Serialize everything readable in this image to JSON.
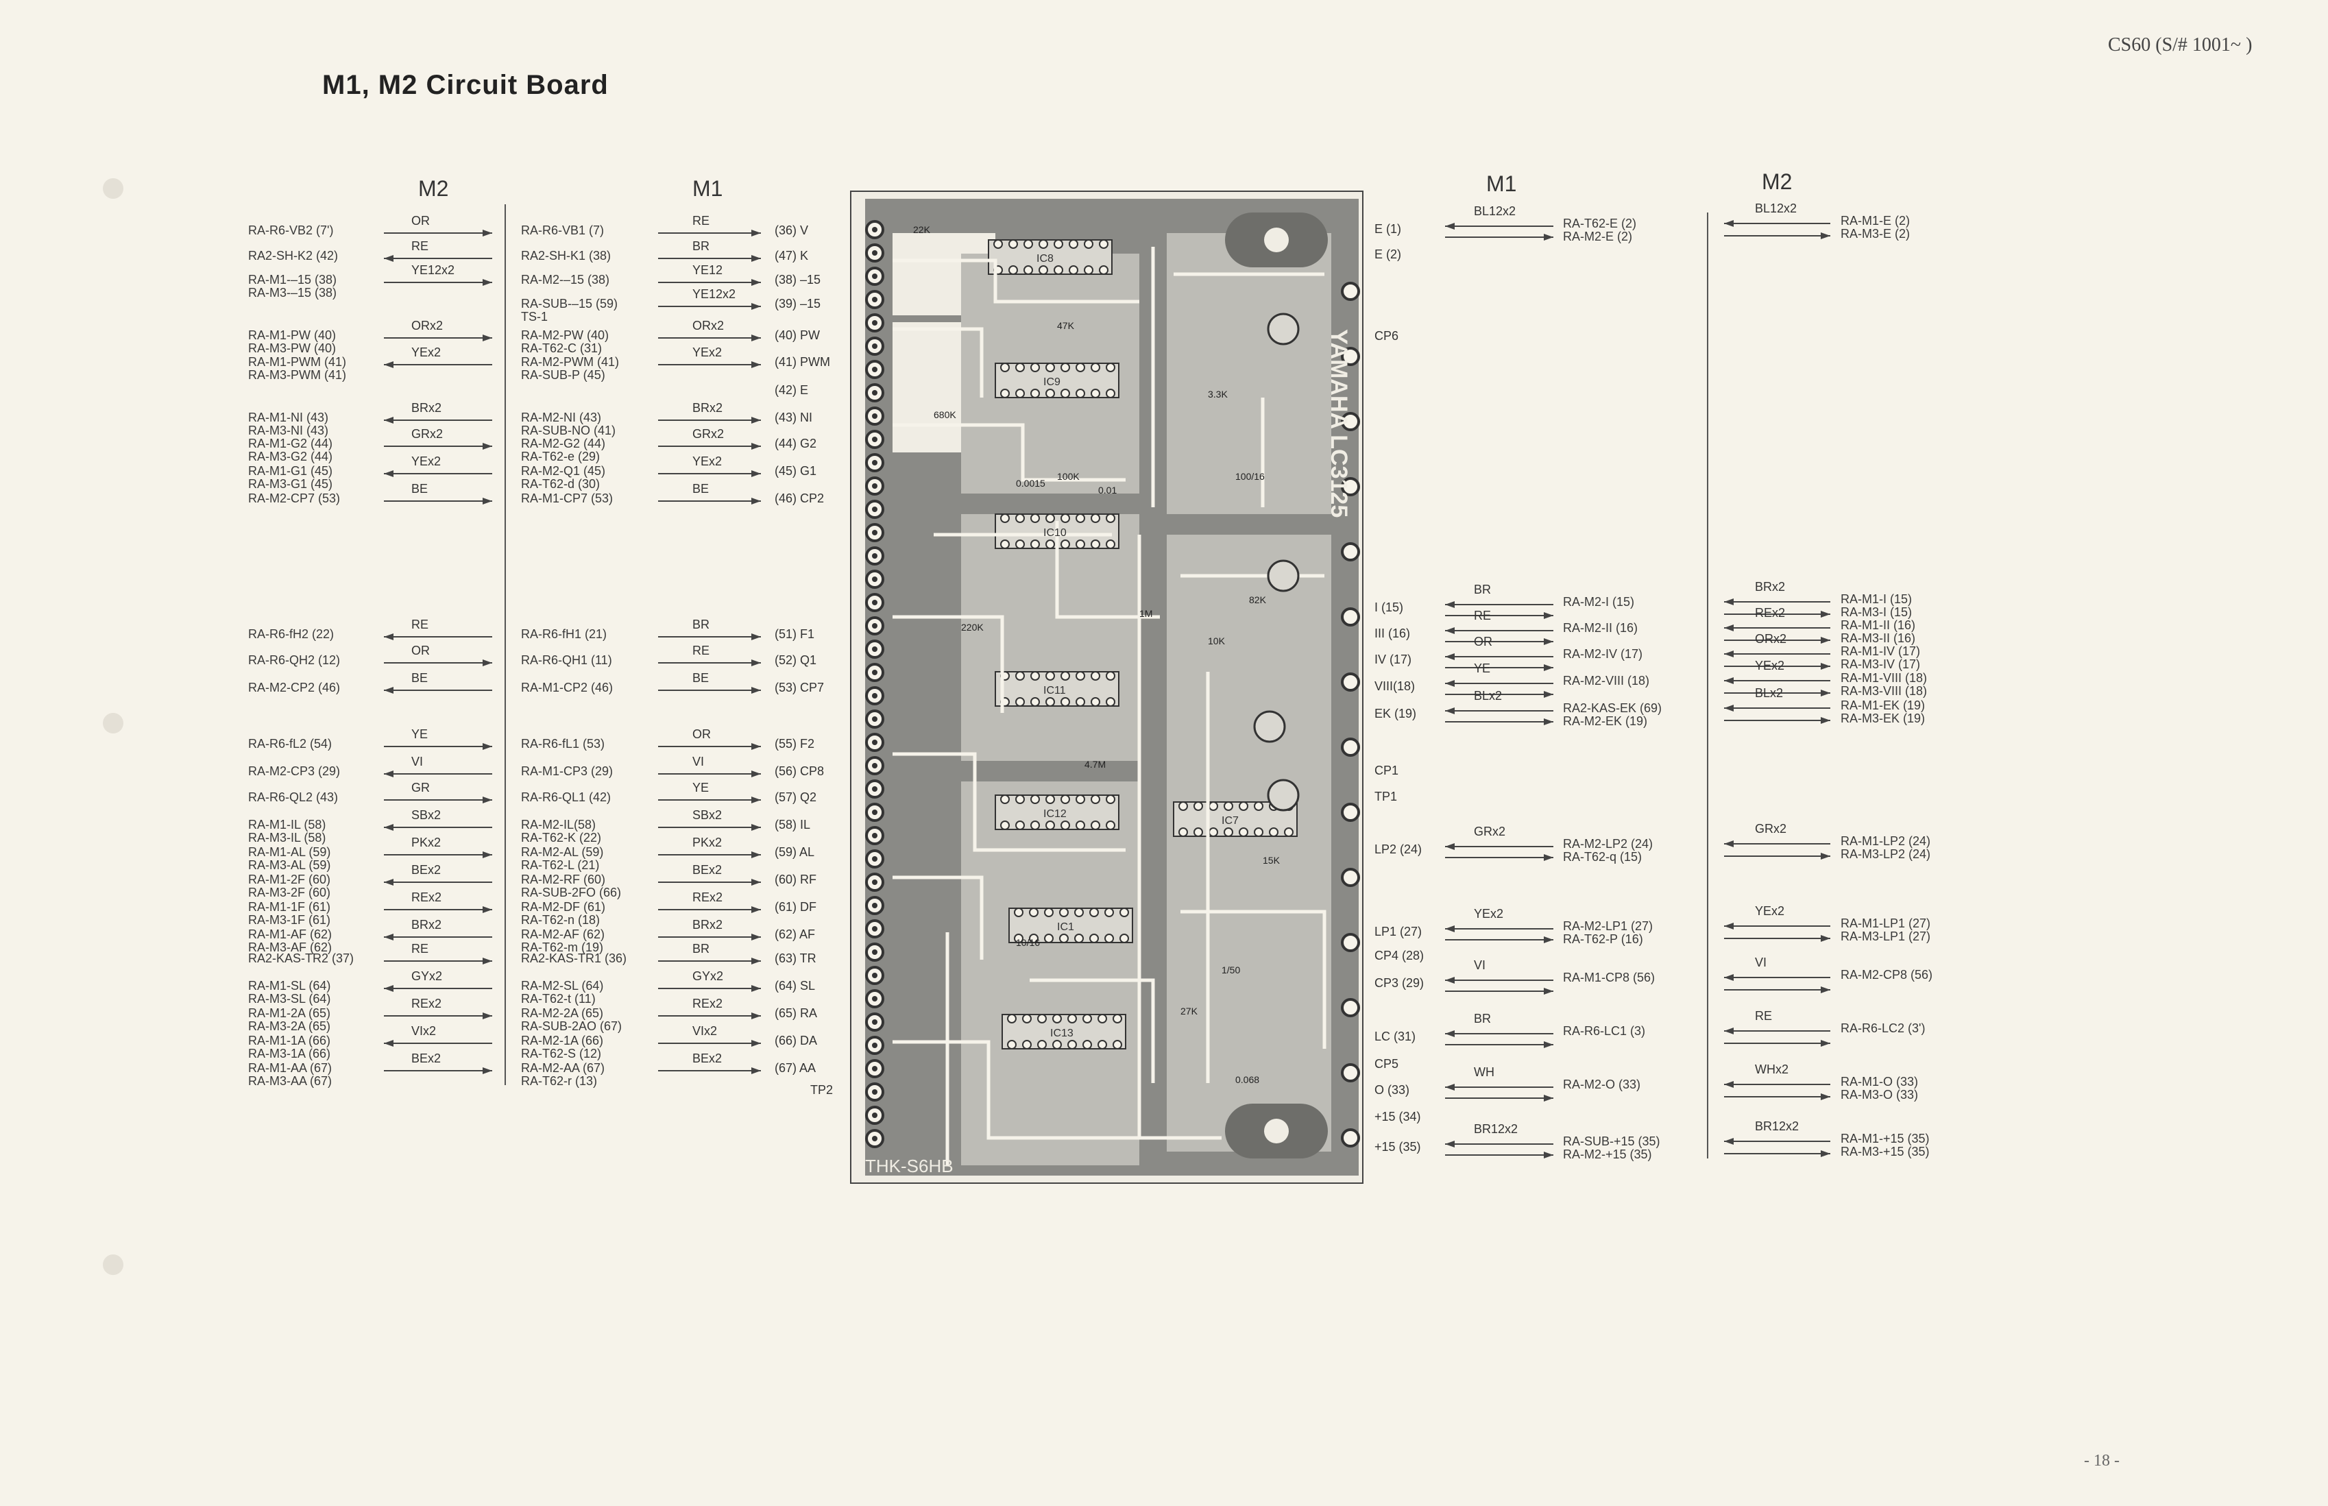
{
  "header": {
    "model": "CS60 (S/# 1001~ )",
    "title": "M1, M2  Circuit Board",
    "page": "- 18 -"
  },
  "left": {
    "m2_heading": "M2",
    "m1_heading": "M1",
    "rows": [
      {
        "m2_labels": [
          "RA-R6-VB2 (7')"
        ],
        "m2_wire": "OR",
        "m1_labels": [
          "RA-R6-VB1 (7)"
        ],
        "m1_wire": "RE",
        "pin": "(36) V"
      },
      {
        "m2_labels": [
          "RA2-SH-K2 (42)"
        ],
        "m2_wire": "RE",
        "m1_labels": [
          "RA2-SH-K1 (38)"
        ],
        "m1_wire": "BR",
        "pin": "(47) K"
      },
      {
        "m2_labels": [
          "RA-M1-–15 (38)",
          "RA-M3-–15 (38)"
        ],
        "m2_wire": "YE12x2",
        "m1_labels": [
          "RA-M2-–15 (38)"
        ],
        "m1_wire": "YE12",
        "pin": "(38) –15"
      },
      {
        "m2_labels": [],
        "m2_wire": "",
        "m1_labels": [
          "RA-SUB-–15 (59)",
          "TS-1"
        ],
        "m1_wire": "YE12x2",
        "pin": "(39) –15"
      },
      {
        "m2_labels": [
          "RA-M1-PW (40)",
          "RA-M3-PW (40)"
        ],
        "m2_wire": "ORx2",
        "m1_labels": [
          "RA-M2-PW (40)",
          "RA-T62-C (31)"
        ],
        "m1_wire": "ORx2",
        "pin": "(40) PW"
      },
      {
        "m2_labels": [
          "RA-M1-PWM (41)",
          "RA-M3-PWM (41)"
        ],
        "m2_wire": "YEx2",
        "m1_labels": [
          "RA-M2-PWM (41)",
          "RA-SUB-P (45)"
        ],
        "m1_wire": "YEx2",
        "pin": "(41) PWM"
      },
      {
        "m2_labels": [],
        "m2_wire": "",
        "m1_labels": [],
        "m1_wire": "",
        "pin": "(42) E"
      },
      {
        "m2_labels": [
          "RA-M1-NI (43)",
          "RA-M3-NI (43)"
        ],
        "m2_wire": "BRx2",
        "m1_labels": [
          "RA-M2-NI (43)",
          "RA-SUB-NO (41)"
        ],
        "m1_wire": "BRx2",
        "pin": "(43) NI"
      },
      {
        "m2_labels": [
          "RA-M1-G2 (44)",
          "RA-M3-G2 (44)"
        ],
        "m2_wire": "GRx2",
        "m1_labels": [
          "RA-M2-G2 (44)",
          "RA-T62-e (29)"
        ],
        "m1_wire": "GRx2",
        "pin": "(44) G2"
      },
      {
        "m2_labels": [
          "RA-M1-G1 (45)",
          "RA-M3-G1 (45)"
        ],
        "m2_wire": "YEx2",
        "m1_labels": [
          "RA-M2-Q1 (45)",
          "RA-T62-d (30)"
        ],
        "m1_wire": "YEx2",
        "pin": "(45) G1"
      },
      {
        "m2_labels": [
          "RA-M2-CP7 (53)"
        ],
        "m2_wire": "BE",
        "m1_labels": [
          "RA-M1-CP7 (53)"
        ],
        "m1_wire": "BE",
        "pin": "(46) CP2"
      },
      {
        "m2_labels": [
          "RA-R6-fH2 (22)"
        ],
        "m2_wire": "RE",
        "m1_labels": [
          "RA-R6-fH1 (21)"
        ],
        "m1_wire": "BR",
        "pin": "(51) F1"
      },
      {
        "m2_labels": [
          "RA-R6-QH2 (12)"
        ],
        "m2_wire": "OR",
        "m1_labels": [
          "RA-R6-QH1 (11)"
        ],
        "m1_wire": "RE",
        "pin": "(52) Q1"
      },
      {
        "m2_labels": [
          "RA-M2-CP2 (46)"
        ],
        "m2_wire": "BE",
        "m1_labels": [
          "RA-M1-CP2 (46)"
        ],
        "m1_wire": "BE",
        "pin": "(53) CP7"
      },
      {
        "m2_labels": [
          "RA-R6-fL2 (54)"
        ],
        "m2_wire": "YE",
        "m1_labels": [
          "RA-R6-fL1 (53)"
        ],
        "m1_wire": "OR",
        "pin": "(55) F2"
      },
      {
        "m2_labels": [
          "RA-M2-CP3 (29)"
        ],
        "m2_wire": "VI",
        "m1_labels": [
          "RA-M1-CP3 (29)"
        ],
        "m1_wire": "VI",
        "pin": "(56) CP8"
      },
      {
        "m2_labels": [
          "RA-R6-QL2 (43)"
        ],
        "m2_wire": "GR",
        "m1_labels": [
          "RA-R6-QL1 (42)"
        ],
        "m1_wire": "YE",
        "pin": "(57) Q2"
      },
      {
        "m2_labels": [
          "RA-M1-IL (58)",
          "RA-M3-IL (58)"
        ],
        "m2_wire": "SBx2",
        "m1_labels": [
          "RA-M2-IL(58)",
          "RA-T62-K (22)"
        ],
        "m1_wire": "SBx2",
        "pin": "(58) IL"
      },
      {
        "m2_labels": [
          "RA-M1-AL (59)",
          "RA-M3-AL (59)"
        ],
        "m2_wire": "PKx2",
        "m1_labels": [
          "RA-M2-AL (59)",
          "RA-T62-L (21)"
        ],
        "m1_wire": "PKx2",
        "pin": "(59) AL"
      },
      {
        "m2_labels": [
          "RA-M1-2F (60)",
          "RA-M3-2F (60)"
        ],
        "m2_wire": "BEx2",
        "m1_labels": [
          "RA-M2-RF (60)",
          "RA-SUB-2FO (66)"
        ],
        "m1_wire": "BEx2",
        "pin": "(60) RF"
      },
      {
        "m2_labels": [
          "RA-M1-1F (61)",
          "RA-M3-1F (61)"
        ],
        "m2_wire": "REx2",
        "m1_labels": [
          "RA-M2-DF (61)",
          "RA-T62-n (18)"
        ],
        "m1_wire": "REx2",
        "pin": "(61) DF"
      },
      {
        "m2_labels": [
          "RA-M1-AF (62)",
          "RA-M3-AF (62)"
        ],
        "m2_wire": "BRx2",
        "m1_labels": [
          "RA-M2-AF (62)",
          "RA-T62-m (19)"
        ],
        "m1_wire": "BRx2",
        "pin": "(62) AF"
      },
      {
        "m2_labels": [
          "RA2-KAS-TR2 (37)"
        ],
        "m2_wire": "RE",
        "m1_labels": [
          "RA2-KAS-TR1 (36)"
        ],
        "m1_wire": "BR",
        "pin": "(63) TR"
      },
      {
        "m2_labels": [
          "RA-M1-SL (64)",
          "RA-M3-SL (64)"
        ],
        "m2_wire": "GYx2",
        "m1_labels": [
          "RA-M2-SL (64)",
          "RA-T62-t (11)"
        ],
        "m1_wire": "GYx2",
        "pin": "(64) SL"
      },
      {
        "m2_labels": [
          "RA-M1-2A (65)",
          "RA-M3-2A (65)"
        ],
        "m2_wire": "REx2",
        "m1_labels": [
          "RA-M2-2A (65)",
          "RA-SUB-2AO (67)"
        ],
        "m1_wire": "REx2",
        "pin": "(65) RA"
      },
      {
        "m2_labels": [
          "RA-M1-1A (66)",
          "RA-M3-1A (66)"
        ],
        "m2_wire": "VIx2",
        "m1_labels": [
          "RA-M2-1A (66)",
          "RA-T62-S (12)"
        ],
        "m1_wire": "VIx2",
        "pin": "(66) DA"
      },
      {
        "m2_labels": [
          "RA-M1-AA (67)",
          "RA-M3-AA (67)"
        ],
        "m2_wire": "BEx2",
        "m1_labels": [
          "RA-M2-AA (67)",
          "RA-T62-r (13)"
        ],
        "m1_wire": "BEx2",
        "pin": "(67) AA"
      },
      {
        "m2_labels": [],
        "m2_wire": "",
        "m1_labels": [],
        "m1_wire": "",
        "pin": "TP2"
      }
    ]
  },
  "right": {
    "m1_heading": "M1",
    "m2_heading": "M2",
    "rows": [
      {
        "pin": "E (1)",
        "m1_wire": "BL12x2",
        "m1_labels": [
          "RA-T62-E (2)",
          "RA-M2-E (2)"
        ],
        "m2_wire": "BL12x2",
        "m2_labels": [
          "RA-M1-E (2)",
          "RA-M3-E (2)"
        ]
      },
      {
        "pin": "E (2)",
        "m1_wire": "",
        "m1_labels": [],
        "m2_wire": "",
        "m2_labels": []
      },
      {
        "pin": "CP6",
        "m1_wire": "",
        "m1_labels": [],
        "m2_wire": "",
        "m2_labels": []
      },
      {
        "pin": "I (15)",
        "m1_wire": "BR",
        "m1_labels": [
          "RA-M2-I (15)"
        ],
        "m2_wire": "BRx2",
        "m2_labels": [
          "RA-M1-I (15)",
          "RA-M3-I (15)"
        ]
      },
      {
        "pin": "III (16)",
        "m1_wire": "RE",
        "m1_labels": [
          "RA-M2-II (16)"
        ],
        "m2_wire": "REx2",
        "m2_labels": [
          "RA-M1-II (16)",
          "RA-M3-II (16)"
        ]
      },
      {
        "pin": "IV (17)",
        "m1_wire": "OR",
        "m1_labels": [
          "RA-M2-IV (17)"
        ],
        "m2_wire": "ORx2",
        "m2_labels": [
          "RA-M1-IV (17)",
          "RA-M3-IV (17)"
        ]
      },
      {
        "pin": "VIII(18)",
        "m1_wire": "YE",
        "m1_labels": [
          "RA-M2-VIII (18)"
        ],
        "m2_wire": "YEx2",
        "m2_labels": [
          "RA-M1-VIII (18)",
          "RA-M3-VIII (18)"
        ]
      },
      {
        "pin": "EK (19)",
        "m1_wire": "BLx2",
        "m1_labels": [
          "RA2-KAS-EK (69)",
          "RA-M2-EK (19)"
        ],
        "m2_wire": "BLx2",
        "m2_labels": [
          "RA-M1-EK (19)",
          "RA-M3-EK (19)"
        ]
      },
      {
        "pin": "CP1",
        "m1_wire": "",
        "m1_labels": [],
        "m2_wire": "",
        "m2_labels": []
      },
      {
        "pin": "TP1",
        "m1_wire": "",
        "m1_labels": [],
        "m2_wire": "",
        "m2_labels": []
      },
      {
        "pin": "LP2 (24)",
        "m1_wire": "GRx2",
        "m1_labels": [
          "RA-M2-LP2 (24)",
          "RA-T62-q (15)"
        ],
        "m2_wire": "GRx2",
        "m2_labels": [
          "RA-M1-LP2 (24)",
          "RA-M3-LP2 (24)"
        ]
      },
      {
        "pin": "LP1 (27)",
        "m1_wire": "YEx2",
        "m1_labels": [
          "RA-M2-LP1 (27)",
          "RA-T62-P (16)"
        ],
        "m2_wire": "YEx2",
        "m2_labels": [
          "RA-M1-LP1 (27)",
          "RA-M3-LP1 (27)"
        ]
      },
      {
        "pin": "CP4 (28)",
        "m1_wire": "",
        "m1_labels": [],
        "m2_wire": "",
        "m2_labels": []
      },
      {
        "pin": "CP3 (29)",
        "m1_wire": "VI",
        "m1_labels": [
          "RA-M1-CP8 (56)"
        ],
        "m2_wire": "VI",
        "m2_labels": [
          "RA-M2-CP8 (56)"
        ]
      },
      {
        "pin": "LC (31)",
        "m1_wire": "BR",
        "m1_labels": [
          "RA-R6-LC1 (3)"
        ],
        "m2_wire": "RE",
        "m2_labels": [
          "RA-R6-LC2 (3')"
        ]
      },
      {
        "pin": "CP5",
        "m1_wire": "",
        "m1_labels": [],
        "m2_wire": "",
        "m2_labels": []
      },
      {
        "pin": "O (33)",
        "m1_wire": "WH",
        "m1_labels": [
          "RA-M2-O (33)"
        ],
        "m2_wire": "WHx2",
        "m2_labels": [
          "RA-M1-O (33)",
          "RA-M3-O (33)"
        ]
      },
      {
        "pin": "+15 (34)",
        "m1_wire": "",
        "m1_labels": [],
        "m2_wire": "",
        "m2_labels": []
      },
      {
        "pin": "+15 (35)",
        "m1_wire": "BR12x2",
        "m1_labels": [
          "RA-SUB-+15 (35)",
          "RA-M2-+15 (35)"
        ],
        "m2_wire": "BR12x2",
        "m2_labels": [
          "RA-M1-+15 (35)",
          "RA-M3-+15 (35)"
        ]
      }
    ]
  },
  "board": {
    "brand": "YAMAHA LC3125",
    "part": "THK-S6HB",
    "ics": [
      "IC8",
      "IC9",
      "IC10",
      "IC11",
      "IC12",
      "IC1",
      "IC13",
      "IC7"
    ],
    "components": [
      "22K",
      "47K",
      "100K",
      "1M",
      "3.3K",
      "10K",
      "0.0015",
      "0.01",
      "4.7M",
      "100/16",
      "82K",
      "15K",
      "27K",
      "680K",
      "220K",
      "10/16",
      "1/50",
      "0.068"
    ]
  },
  "colors": {
    "paper": "#f6f3ea",
    "ink": "#333333",
    "board": "#f0ede4"
  }
}
